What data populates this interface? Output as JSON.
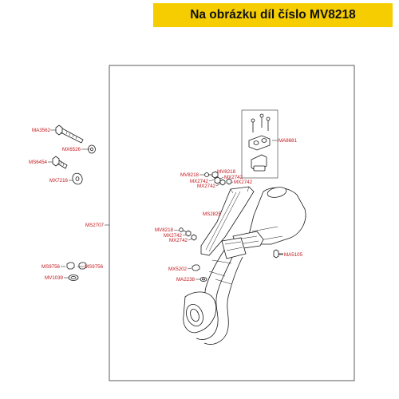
{
  "banner": {
    "text": "Na obrázku díl číslo MV8218",
    "bg_color": "#f5cd00"
  },
  "label_color": "#c4161c",
  "labels": {
    "MA3562": "MA3562",
    "MX6526": "MX6526",
    "MS6454": "MS6454",
    "MX7216": "MX7216",
    "MS2707": "MS2707",
    "MA8681": "MA8681",
    "MV8218_a": "MV8218",
    "MV8218_b": "MV8218",
    "MX2742_a": "MX2742",
    "MX2742_b": "MX2742",
    "MX2742_c": "MX2742",
    "MX2742_d": "MX2742",
    "MS2825": "MS2825",
    "MV8218_c": "MV8218",
    "MX2742_e": "MX2742",
    "MX2742_f": "MX2742",
    "MA5105": "MA5105",
    "MS9756_a": "MS9756",
    "MS9756_b": "MS9756",
    "MV1039": "MV1039",
    "MX5202": "MX5202",
    "MA2238": "MA2238"
  }
}
